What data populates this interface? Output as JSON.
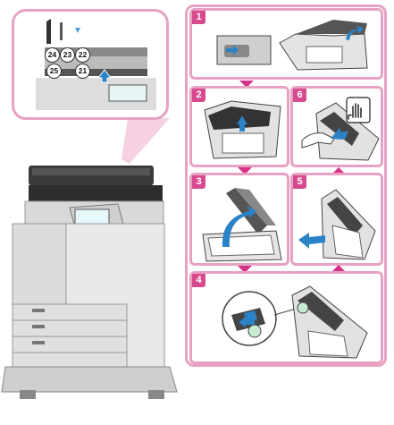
{
  "zoom_badges": [
    "24",
    "23",
    "22",
    "25",
    "21"
  ],
  "steps": [
    {
      "number": "1"
    },
    {
      "number": "2"
    },
    {
      "number": "3"
    },
    {
      "number": "4"
    },
    {
      "number": "5"
    },
    {
      "number": "6"
    }
  ],
  "colors": {
    "panel_border": "#e7a2c3",
    "step_badge": "#d84a8e",
    "arrow": "#d8318a",
    "action_arrow": "#2a82c7"
  },
  "icons": [
    "hand-stop-icon",
    "blue-arrow-icon",
    "flow-arrow-down-icon",
    "flow-arrow-up-icon",
    "callout-wedge"
  ]
}
